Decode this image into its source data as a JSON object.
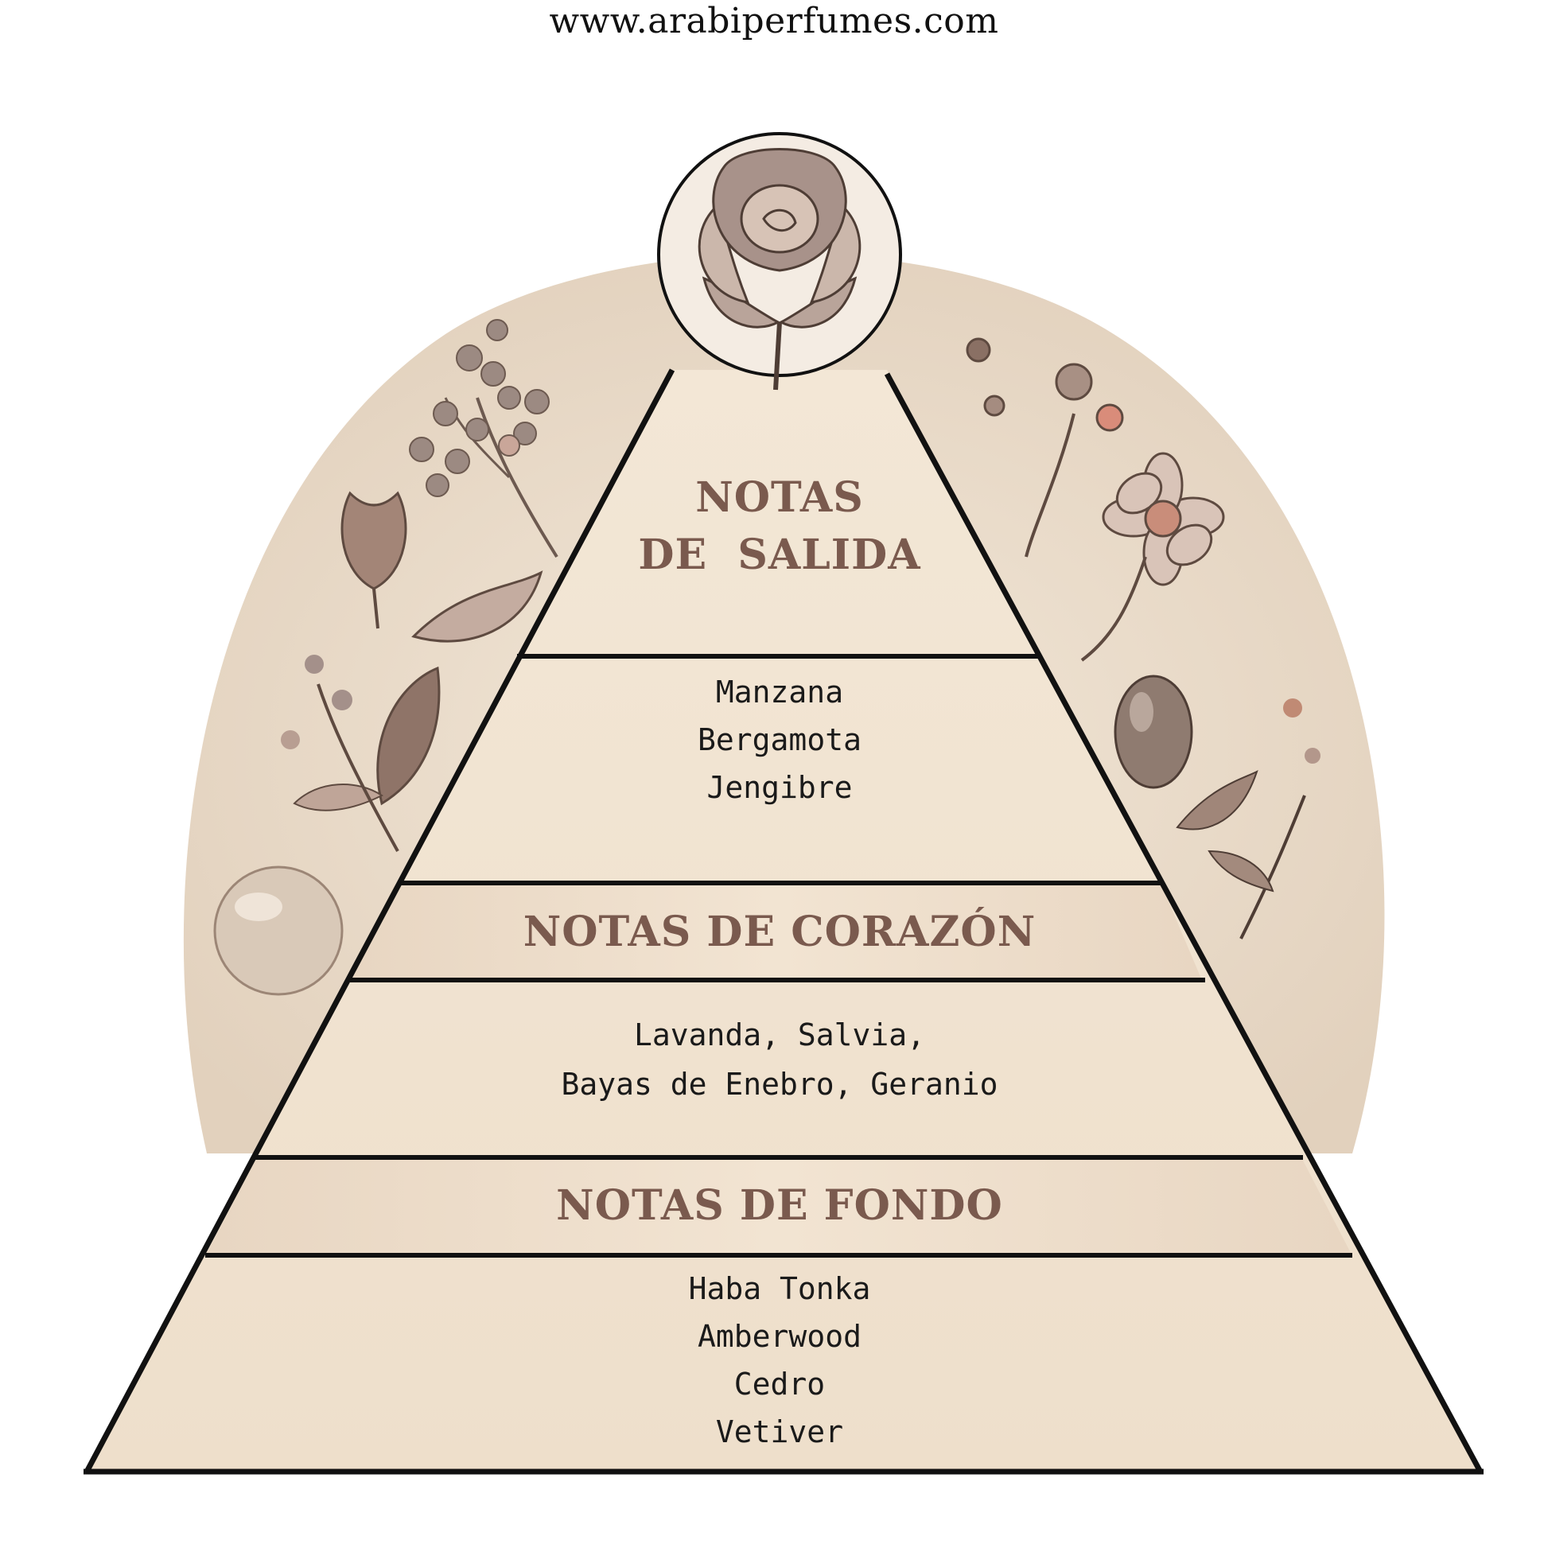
{
  "website": "www.arabiperfumes.com",
  "colors": {
    "background_arc": "#e9dccb",
    "pyramid_fill": "#f1e4d2",
    "band_fill": "#ead9c6",
    "title_text": "#7a5a4e",
    "outline": "#111111"
  },
  "top_icon": "rose-icon",
  "decorations": [
    "berry-branch-icon",
    "flower-bud-icon",
    "leaf-icon",
    "round-fruit-icon",
    "daisy-flower-icon",
    "seed-pod-icon"
  ],
  "pyramid": {
    "top": {
      "title_line1": "NOTAS",
      "title_line2": "DE  SALIDA",
      "notes": [
        "Manzana",
        "Bergamota",
        "Jengibre"
      ]
    },
    "heart": {
      "title": "NOTAS DE CORAZÓN",
      "notes": [
        "Lavanda, Salvia,",
        "Bayas de Enebro, Geranio"
      ]
    },
    "base": {
      "title": "NOTAS DE FONDO",
      "notes": [
        "Haba Tonka",
        "Amberwood",
        "Cedro",
        "Vetiver"
      ]
    }
  }
}
